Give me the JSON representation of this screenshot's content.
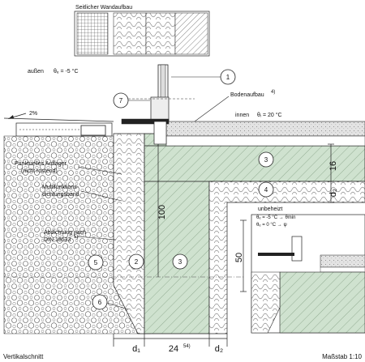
{
  "top": {
    "wall_layers_title": "Seitlicher Wandaufbau"
  },
  "climate": {
    "outside_label": "außen",
    "outside_temp": "θₑ = -5 °C",
    "inside_label": "innen",
    "inside_temp": "θᵢ = 20 °C"
  },
  "labels": {
    "slope": "2%",
    "floor_build": "Bodenaufbau",
    "floor_build_ref": "4)",
    "support_line1": "Punktuelles Auflager",
    "support_line2": "(nicht rostend)",
    "band_line1": "Multifunktions-",
    "band_line2": "dichtungsband",
    "seal_line1": "Abdichtung nach",
    "seal_line2": "DIN 18533",
    "seal_ref": "5)",
    "unheated": "unbeheizt",
    "unheated_line1": "θₑ  = -5 °C → θmin",
    "unheated_line2": "θₑ  =  0 °C → ψ"
  },
  "markers": [
    "1",
    "2",
    "3",
    "3",
    "4",
    "5",
    "6",
    "7"
  ],
  "dimensions": {
    "d16": "16",
    "d2_right": "d₂",
    "d100": "100",
    "d50": "50",
    "bottom_d1": "d₁",
    "bottom_24": "24",
    "bottom_24_ref": "54)",
    "bottom_d2": "d₂"
  },
  "footer": {
    "left": "Vertikalschnitt",
    "right": "Maßstab 1:10"
  }
}
